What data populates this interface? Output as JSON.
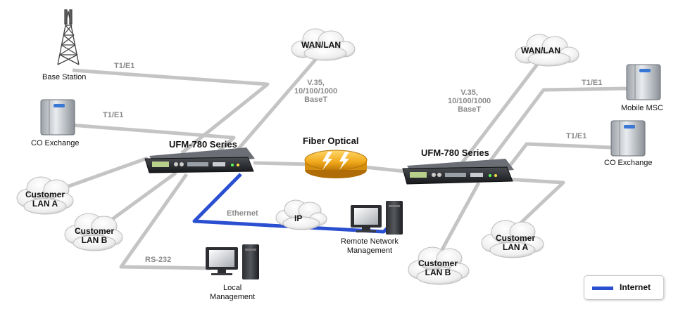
{
  "nodes": {
    "base_station": "Base Station",
    "co_exchange_left": "CO Exchange",
    "wan_lan_left": "WAN/LAN",
    "ufm_left": "UFM-780 Series",
    "ufm_right": "UFM-780 Series",
    "customer_lan_a_left": [
      "Customer",
      "LAN A"
    ],
    "customer_lan_b_left": [
      "Customer",
      "LAN B"
    ],
    "ip": "IP",
    "remote_management": [
      "Remote Network",
      "Management"
    ],
    "local_management": [
      "Local",
      "Management"
    ],
    "wan_lan_right": "WAN/LAN",
    "mobile_msc": "Mobile MSC",
    "co_exchange_right": "CO Exchange",
    "customer_lan_a_right": [
      "Customer",
      "LAN A"
    ],
    "customer_lan_b_right": [
      "Customer",
      "LAN B"
    ]
  },
  "links": {
    "t1e1_base": "T1/E1",
    "t1e1_co_left": "T1/E1",
    "t1e1_msc": "T1/E1",
    "t1e1_co_right": "T1/E1",
    "v35_left": [
      "V.35,",
      "10/100/1000",
      "BaseT"
    ],
    "v35_right": [
      "V.35,",
      "10/100/1000",
      "BaseT"
    ],
    "fiber_optical": "Fiber Optical",
    "ethernet": "Ethernet",
    "rs232": "RS-232"
  },
  "legend": {
    "internet": "Internet"
  },
  "colors": {
    "internet_line": "#2a4fd0",
    "link_line": "#c4c4c4",
    "fiber": "#f0a81a"
  }
}
